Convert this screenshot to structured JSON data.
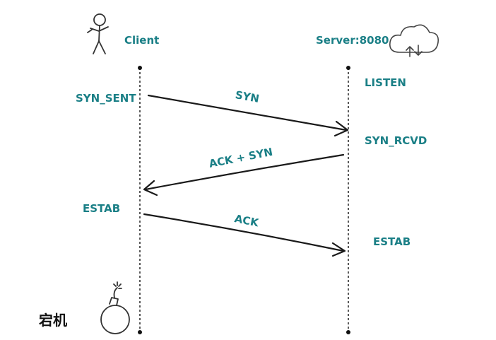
{
  "participants": {
    "client": {
      "label": "Client",
      "icon": "stick-figure-icon"
    },
    "server": {
      "label": "Server:8080",
      "icon": "cloud-icon"
    }
  },
  "states": {
    "client_syn_sent": "SYN_SENT",
    "server_listen": "LISTEN",
    "server_syn_rcvd": "SYN_RCVD",
    "client_estab": "ESTAB",
    "server_estab": "ESTAB"
  },
  "messages": [
    {
      "label": "SYN",
      "from": "client",
      "to": "server"
    },
    {
      "label": "ACK + SYN",
      "from": "server",
      "to": "client"
    },
    {
      "label": "ACK",
      "from": "client",
      "to": "server"
    }
  ],
  "crash": {
    "label": "宕机",
    "icon": "bomb-icon"
  },
  "colors": {
    "accent": "#1a7f86",
    "ink": "#1a1a1a"
  }
}
